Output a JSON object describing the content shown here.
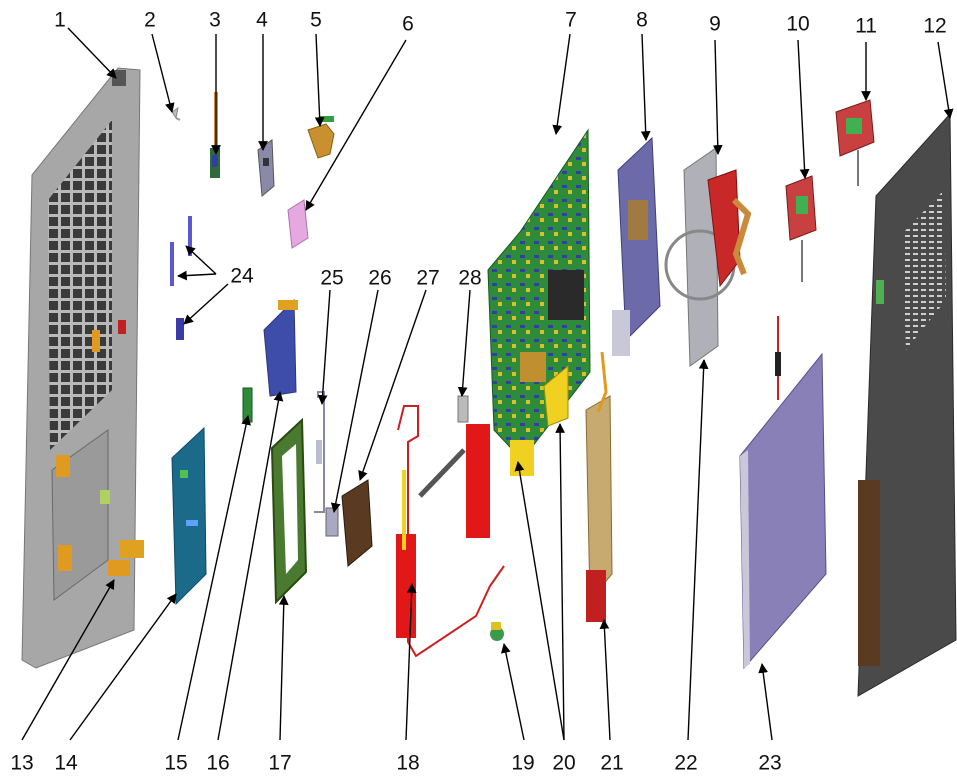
{
  "diagram": {
    "callouts": [
      {
        "id": "1",
        "label": "1"
      },
      {
        "id": "2",
        "label": "2"
      },
      {
        "id": "3",
        "label": "3"
      },
      {
        "id": "4",
        "label": "4"
      },
      {
        "id": "5",
        "label": "5"
      },
      {
        "id": "6",
        "label": "6"
      },
      {
        "id": "7",
        "label": "7"
      },
      {
        "id": "8",
        "label": "8"
      },
      {
        "id": "9",
        "label": "9"
      },
      {
        "id": "10",
        "label": "10"
      },
      {
        "id": "11",
        "label": "11"
      },
      {
        "id": "12",
        "label": "12"
      },
      {
        "id": "13",
        "label": "13"
      },
      {
        "id": "14",
        "label": "14"
      },
      {
        "id": "15",
        "label": "15"
      },
      {
        "id": "16",
        "label": "16"
      },
      {
        "id": "17",
        "label": "17"
      },
      {
        "id": "18",
        "label": "18"
      },
      {
        "id": "19",
        "label": "19"
      },
      {
        "id": "20",
        "label": "20"
      },
      {
        "id": "21",
        "label": "21"
      },
      {
        "id": "22",
        "label": "22"
      },
      {
        "id": "23",
        "label": "23"
      },
      {
        "id": "24",
        "label": "24"
      },
      {
        "id": "25",
        "label": "25"
      },
      {
        "id": "26",
        "label": "26"
      },
      {
        "id": "27",
        "label": "27"
      },
      {
        "id": "28",
        "label": "28"
      }
    ]
  },
  "colors": {
    "frame_gray": "#a7a7a7",
    "board_green": "#2e8b3a",
    "cable_red": "#cc2020",
    "battery_purple": "#8a80b8",
    "copper": "#c08a40",
    "base_dark": "#4a4a4a",
    "highlight_yellow": "#f0d020",
    "chip_blue": "#3040a0",
    "pink_part": "#e6a8e0"
  }
}
